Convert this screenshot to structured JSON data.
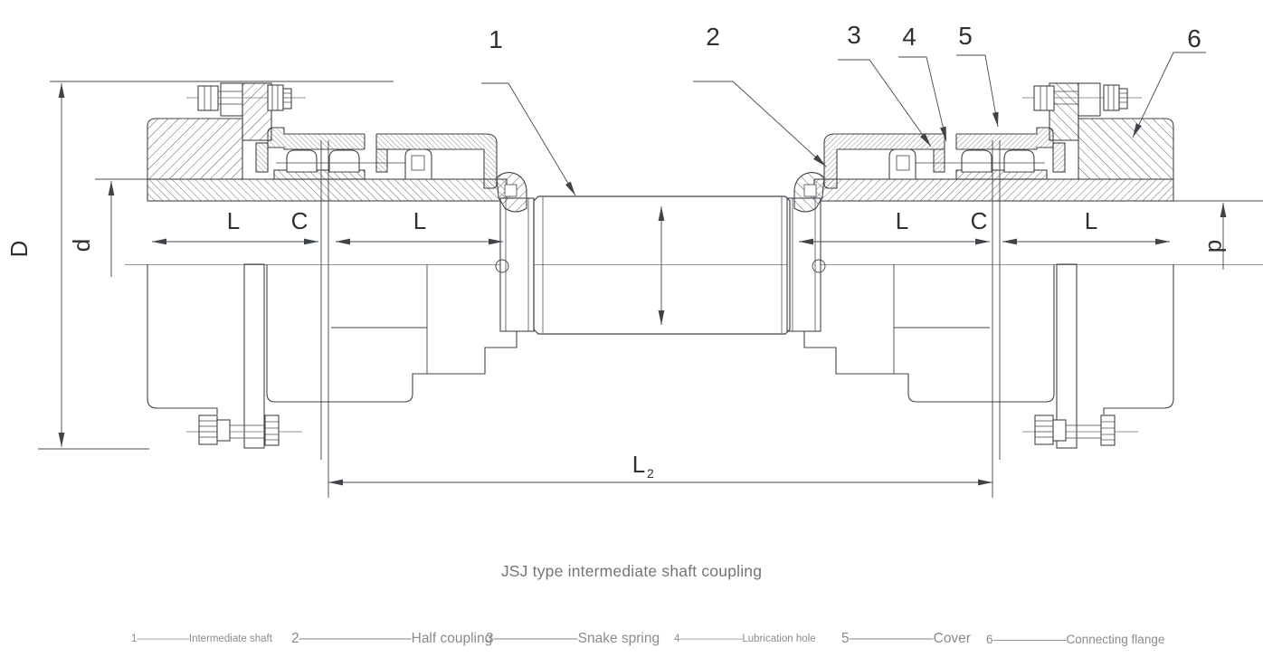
{
  "title": "JSJ type intermediate shaft coupling",
  "callouts": {
    "c1": "1",
    "c2": "2",
    "c3": "3",
    "c4": "4",
    "c5": "5",
    "c6": "6"
  },
  "dimensions": {
    "outer_diameter": "D",
    "bore_diameter": "d",
    "hub_length": "L",
    "gap": "C",
    "span_main": "L",
    "span_sub": "2"
  },
  "legend": {
    "items": [
      {
        "text": "1—————Intermediate shaft"
      },
      {
        "text": "2————————Half coupling"
      },
      {
        "text": "3——————Snake spring"
      },
      {
        "text": "4——————Lubrication hole"
      },
      {
        "text": "5——————Cover"
      },
      {
        "text": "6——————Connecting flange"
      }
    ]
  },
  "colors": {
    "line": "#3f444a",
    "hatch": "#565b60",
    "dim": "#44484c",
    "text": "#2d3134",
    "muted": "#8b8b8b",
    "title": "#757575",
    "background": "#ffffff"
  }
}
